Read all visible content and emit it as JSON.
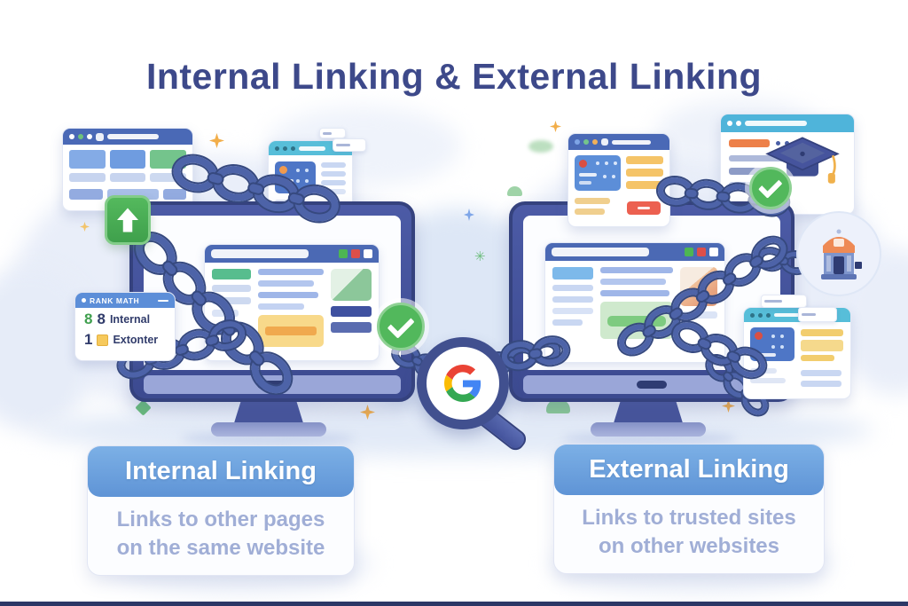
{
  "title": "Internal Linking & External Linking",
  "rank_math_widget": {
    "header": "RANK MATH",
    "rows": [
      {
        "num_green": "8",
        "num_dark": "8",
        "label": "Internal"
      },
      {
        "num_dark": "1",
        "label": "Extonter"
      }
    ]
  },
  "google_logo_letter": "G",
  "cards": {
    "internal": {
      "heading": "Internal Linking",
      "line1": "Links to other pages",
      "line2": "on the same website"
    },
    "external": {
      "heading": "External Linking",
      "line1": "Links to trusted sites",
      "line2": "on other websites"
    }
  },
  "colors": {
    "title_text": "#3d498a",
    "monitor_bezel": "#42519b",
    "chain_blue": "#4d63a8",
    "check_green": "#52b85c",
    "card_header_blue": "#6ba3e0",
    "card_body_text": "#a0aed6",
    "google_blue": "#4285F4",
    "google_red": "#EA4335",
    "google_yellow": "#FBBC05",
    "google_green": "#34A853"
  }
}
